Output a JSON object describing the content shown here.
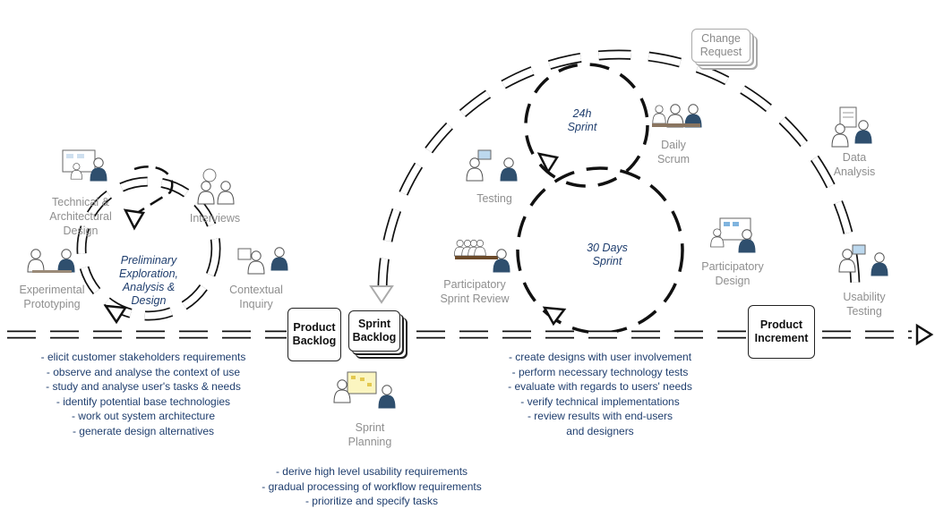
{
  "phase_labels": {
    "preliminary": [
      "Preliminary",
      "Exploration,",
      "Analysis &",
      "Design"
    ],
    "sprint_24h": [
      "24h",
      "Sprint"
    ],
    "sprint_30d": [
      "30 Days",
      "Sprint"
    ]
  },
  "boxes": {
    "product_backlog": [
      "Product",
      "Backlog"
    ],
    "sprint_backlog": [
      "Sprint",
      "Backlog"
    ],
    "product_increment": [
      "Product",
      "Increment"
    ],
    "change_request": [
      "Change",
      "Request"
    ]
  },
  "activities": {
    "technical_design": [
      "Technical &",
      "Architectural",
      "Design"
    ],
    "interviews": [
      "Interviews"
    ],
    "experimental_prototyping": [
      "Experimental",
      "Prototyping"
    ],
    "contextual_inquiry": [
      "Contextual",
      "Inquiry"
    ],
    "testing": [
      "Testing"
    ],
    "daily_scrum": [
      "Daily",
      "Scrum"
    ],
    "participatory_sprint_review": [
      "Participatory",
      "Sprint Review"
    ],
    "participatory_design": [
      "Participatory",
      "Design"
    ],
    "data_analysis": [
      "Data",
      "Analysis"
    ],
    "usability_testing": [
      "Usability",
      "Testing"
    ],
    "sprint_planning": [
      "Sprint",
      "Planning"
    ]
  },
  "bullets": {
    "preliminary": [
      "- elicit customer stakeholders requirements",
      "- observe and analyse the context of use",
      "- study and analyse user's tasks & needs",
      "- identify potential base technologies",
      "- work out system architecture",
      "- generate design alternatives"
    ],
    "sprint": [
      "- create designs with user involvement",
      "- perform necessary technology tests",
      "- evaluate with regards to users' needs",
      "- verify technical implementations",
      "- review results with end-users",
      "and designers"
    ],
    "planning": [
      "- derive high level usability requirements",
      "- gradual processing of workflow requirements",
      "- prioritize and specify tasks"
    ]
  },
  "colors": {
    "arrow": "#111111",
    "grey_arrow": "#b5b5b5",
    "label_grey": "#8f8f8f",
    "text_blue": "#1f3e6e",
    "person": "#2f4f6e"
  }
}
